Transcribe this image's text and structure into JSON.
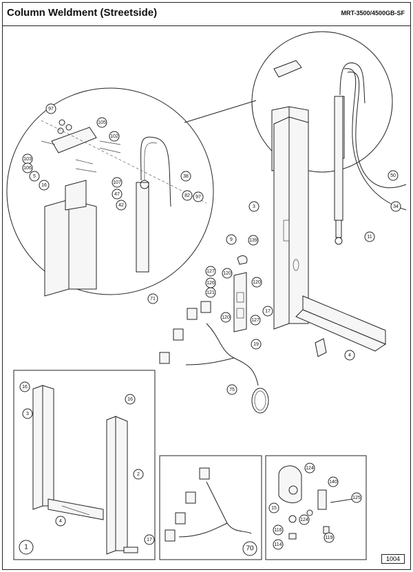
{
  "header": {
    "title": "Column Weldment (Streetside)",
    "model": "MRT-3500/4500GB-SF"
  },
  "page_number": "1004",
  "callouts": {
    "c97a": "97",
    "c105": "105",
    "c102": "102",
    "c103": "103",
    "c106": "106",
    "c5": "5",
    "c16a": "16",
    "c107": "107",
    "c47": "47",
    "c42": "42",
    "c38": "38",
    "c82": "82",
    "c97b": "97",
    "c50": "50",
    "c34": "34",
    "c11": "11",
    "c3a": "3",
    "c139": "139",
    "c9": "9",
    "c127a": "127",
    "c126": "126",
    "c121": "121",
    "c120a": "120",
    "c120b": "120",
    "c120c": "120",
    "c127b": "127",
    "c17a": "17",
    "c71": "71",
    "c19": "19",
    "c4a": "4",
    "c75": "75",
    "c16b": "16",
    "c16c": "16",
    "c3b": "3",
    "c2": "2",
    "c4b": "4",
    "c17b": "17",
    "c124a": "124",
    "c140": "140",
    "c125": "125",
    "c15": "15",
    "c124b": "124",
    "c116": "116",
    "c119": "119",
    "c114": "114"
  },
  "panels": {
    "panel1_label": "1",
    "panel70_label": "70"
  }
}
